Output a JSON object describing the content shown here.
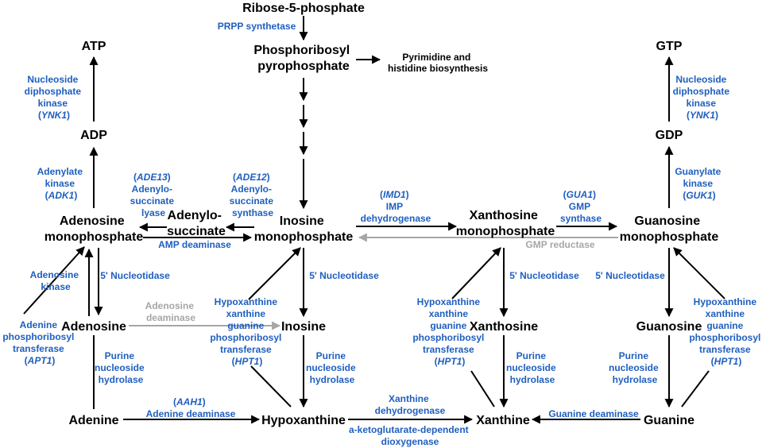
{
  "colors": {
    "enzyme": "#1f5fbf",
    "gray": "#a6a6a6",
    "arrow": "#000000"
  },
  "nodes": {
    "ribose5p": "Ribose-5-phosphate",
    "prpp": [
      "Phosphoribosyl",
      "pyrophosphate"
    ],
    "pyrimidine": [
      "Pyrimidine and",
      "histidine biosynthesis"
    ],
    "atp": "ATP",
    "adp": "ADP",
    "gtp": "GTP",
    "gdp": "GDP",
    "amp": [
      "Adenosine",
      "monophosphate"
    ],
    "adenylosuccinate": [
      "Adenylo-",
      "succinate"
    ],
    "imp": [
      "Inosine",
      "monophosphate"
    ],
    "xmp": [
      "Xanthosine",
      "monophosphate"
    ],
    "gmp": [
      "Guanosine",
      "monophosphate"
    ],
    "adenosine": "Adenosine",
    "inosine": "Inosine",
    "xanthosine": "Xanthosine",
    "guanosine": "Guanosine",
    "adenine": "Adenine",
    "hypoxanthine": "Hypoxanthine",
    "xanthine": "Xanthine",
    "guanine": "Guanine"
  },
  "enzymes": {
    "prpp_synthetase": "PRPP synthetase",
    "ndk_left": {
      "lines": [
        "Nucleoside",
        "diphosphate",
        "kinase"
      ],
      "gene": "YNK1"
    },
    "ndk_right": {
      "lines": [
        "Nucleoside",
        "diphosphate",
        "kinase"
      ],
      "gene": "YNK1"
    },
    "adenylate_kinase": {
      "lines": [
        "Adenylate",
        "kinase"
      ],
      "gene": "ADK1"
    },
    "guanylate_kinase": {
      "lines": [
        "Guanylate",
        "kinase"
      ],
      "gene": "GUK1"
    },
    "ade13": {
      "gene": "ADE13",
      "lines": [
        "Adenylo-",
        "succinate",
        "lyase"
      ]
    },
    "ade12": {
      "gene": "ADE12",
      "lines": [
        "Adenylo-",
        "succinate",
        "synthase"
      ]
    },
    "imd1": {
      "gene": "IMD1",
      "lines": [
        "IMP",
        "dehydrogenase"
      ]
    },
    "gua1": {
      "gene": "GUA1",
      "lines": [
        "GMP",
        "synthase"
      ]
    },
    "amp_deaminase": "AMP deaminase",
    "gmp_reductase": "GMP reductase",
    "nucleotidase": "5' Nucleotidase",
    "adenosine_kinase": [
      "Adenosine",
      "kinase"
    ],
    "adenosine_deaminase": [
      "Adenosine",
      "deaminase"
    ],
    "apt1": {
      "lines": [
        "Adenine",
        "phosphoribosyl",
        "transferase"
      ],
      "gene": "APT1"
    },
    "hpt1": {
      "lines": [
        "Hypoxanthine",
        "xanthine",
        "guanine",
        "phosphoribosyl",
        "transferase"
      ],
      "gene": "HPT1"
    },
    "pnh": [
      "Purine",
      "nucleoside",
      "hydrolase"
    ],
    "aah1": {
      "gene": "AAH1",
      "label": "Adenine deaminase"
    },
    "xanthine_dh": [
      "Xanthine",
      "dehydrogenase"
    ],
    "akg_dioxygenase": [
      "a-ketoglutarate-dependent",
      "dioxygenase"
    ],
    "guanine_deaminase": "Guanine deaminase"
  }
}
